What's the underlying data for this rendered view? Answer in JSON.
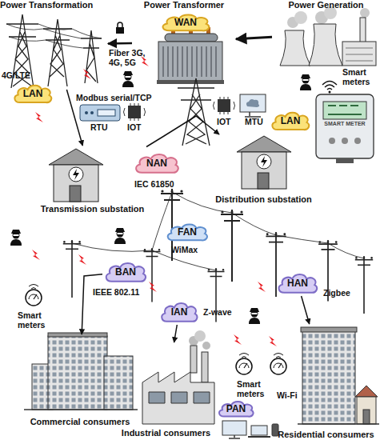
{
  "diagram": {
    "nodes": [
      {
        "text": [
          "Power Transformation"
        ]
      },
      {
        "text": [
          "WAN"
        ]
      },
      {
        "text": [
          "Power Transformer"
        ]
      },
      {
        "text": [
          "Power Generation"
        ]
      },
      {
        "text": [
          "LAN"
        ]
      },
      {
        "text": [
          "LAN"
        ]
      },
      {
        "text": [
          "Transmission substation"
        ]
      },
      {
        "text": [
          "NAN"
        ]
      },
      {
        "text": [
          "Distribution substation"
        ]
      },
      {
        "text": [
          "FAN"
        ]
      },
      {
        "text": [
          "BAN"
        ]
      },
      {
        "text": [
          "IAN"
        ]
      },
      {
        "text": [
          "HAN"
        ]
      },
      {
        "text": [
          "Commercial consumers"
        ]
      },
      {
        "text": [
          "Industrial consumers"
        ]
      },
      {
        "text": [
          "PAN"
        ]
      },
      {
        "text": [
          "Residential consumers"
        ]
      }
    ],
    "edges": [
      {
        "from": 3,
        "to": 2,
        "arrow": "to"
      },
      {
        "from": 2,
        "to": 0,
        "arrow": "to"
      },
      {
        "from": 0,
        "to": 6,
        "arrow": "to"
      },
      {
        "from": 6,
        "to": 8,
        "arrow": "to"
      },
      {
        "from": 10,
        "to": 13,
        "arrow": "to"
      },
      {
        "from": 11,
        "to": 14,
        "arrow": "to"
      },
      {
        "from": 12,
        "to": 16,
        "arrow": "to"
      }
    ],
    "labels": [
      "Fiber 3G, 4G, 5G",
      "4G/LTE",
      "Modbus serial/TCP",
      "RTU",
      "IOT",
      "IOT",
      "MTU",
      "Smart meters",
      "SMART METER",
      "IEC 61850",
      "WiMax",
      "IEEE 802.11",
      "Smart meters",
      "Z-wave",
      "Zigbee",
      "Smart meters",
      "Wi-Fi"
    ]
  }
}
